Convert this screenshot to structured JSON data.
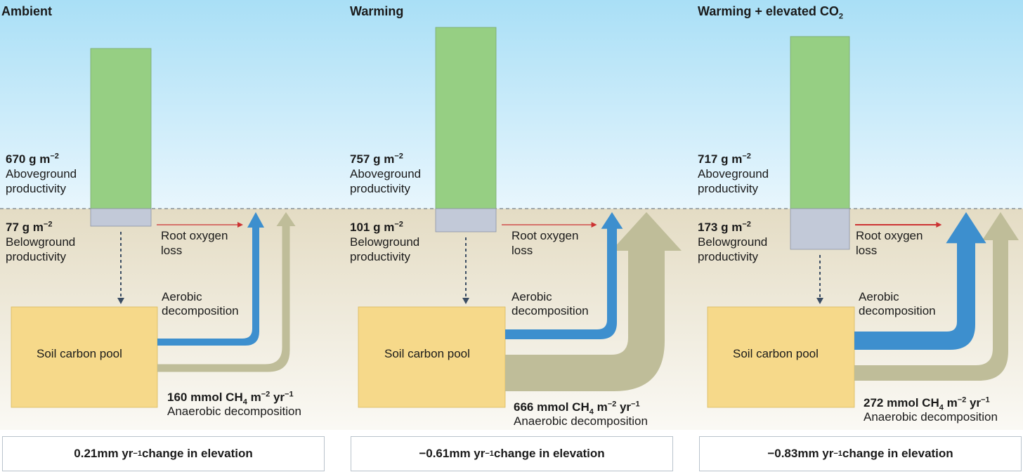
{
  "colors": {
    "sky_top": "#a9dff6",
    "sky_bottom": "#e8f6fd",
    "soil_top": "#e4dcc4",
    "soil_bottom": "#fbfaf6",
    "aboveground_bar": "#96cf83",
    "belowground_bar": "#c2c9d8",
    "pool_fill": "#f6d98a",
    "aerobic_arrow": "#3d8fce",
    "anaerobic_arrow": "#bfbd99",
    "root_oxygen_arrow": "#cc3333",
    "dashed_arrow": "#3b4d63"
  },
  "surface_line": "dashed",
  "panels": [
    {
      "title": "Ambient",
      "title_suffix": "",
      "title_sub": "",
      "above": {
        "value": 670,
        "unit": "g m",
        "exp": "−2",
        "label1": "Aboveground",
        "label2": "productivity"
      },
      "below": {
        "value": 77,
        "unit": "g m",
        "exp": "−2",
        "label1": "Belowground",
        "label2": "productivity"
      },
      "root_oxygen": {
        "label1": "Root oxygen",
        "label2": "loss"
      },
      "aerobic": {
        "label1": "Aerobic",
        "label2": "decomposition"
      },
      "pool": {
        "label": "Soil carbon pool"
      },
      "methane": {
        "value": 160,
        "unit_a": "mmol CH",
        "sub": "4",
        "unit_b": " m",
        "exp1": "−2",
        "unit_c": " yr",
        "exp2": "−1",
        "label": "Anaerobic decomposition"
      },
      "elevation": {
        "value": "0.21",
        "unit": " mm yr",
        "exp": "−1",
        "text": "change in elevation"
      }
    },
    {
      "title": "Warming",
      "title_suffix": "",
      "title_sub": "",
      "above": {
        "value": 757,
        "unit": "g m",
        "exp": "−2",
        "label1": "Aboveground",
        "label2": "productivity"
      },
      "below": {
        "value": 101,
        "unit": "g m",
        "exp": "−2",
        "label1": "Belowground",
        "label2": "productivity"
      },
      "root_oxygen": {
        "label1": "Root oxygen",
        "label2": "loss"
      },
      "aerobic": {
        "label1": "Aerobic",
        "label2": "decomposition"
      },
      "pool": {
        "label": "Soil carbon pool"
      },
      "methane": {
        "value": 666,
        "unit_a": "mmol CH",
        "sub": "4",
        "unit_b": " m",
        "exp1": "−2",
        "unit_c": " yr",
        "exp2": "−1",
        "label": "Anaerobic decomposition"
      },
      "elevation": {
        "value": "−0.61",
        "unit": " mm yr",
        "exp": "−1",
        "text": "change in elevation"
      }
    },
    {
      "title": "Warming + elevated CO",
      "title_suffix": "",
      "title_sub": "2",
      "above": {
        "value": 717,
        "unit": "g m",
        "exp": "−2",
        "label1": "Aboveground",
        "label2": "productivity"
      },
      "below": {
        "value": 173,
        "unit": "g m",
        "exp": "−2",
        "label1": "Belowground",
        "label2": "productivity"
      },
      "root_oxygen": {
        "label1": "Root oxygen",
        "label2": "loss"
      },
      "aerobic": {
        "label1": "Aerobic",
        "label2": "decomposition"
      },
      "pool": {
        "label": "Soil carbon pool"
      },
      "methane": {
        "value": 272,
        "unit_a": "mmol CH",
        "sub": "4",
        "unit_b": " m",
        "exp1": "−2",
        "unit_c": " yr",
        "exp2": "−1",
        "label": "Anaerobic decomposition"
      },
      "elevation": {
        "value": "−0.83",
        "unit": " mm yr",
        "exp": "−1",
        "text": "change in elevation"
      }
    }
  ]
}
